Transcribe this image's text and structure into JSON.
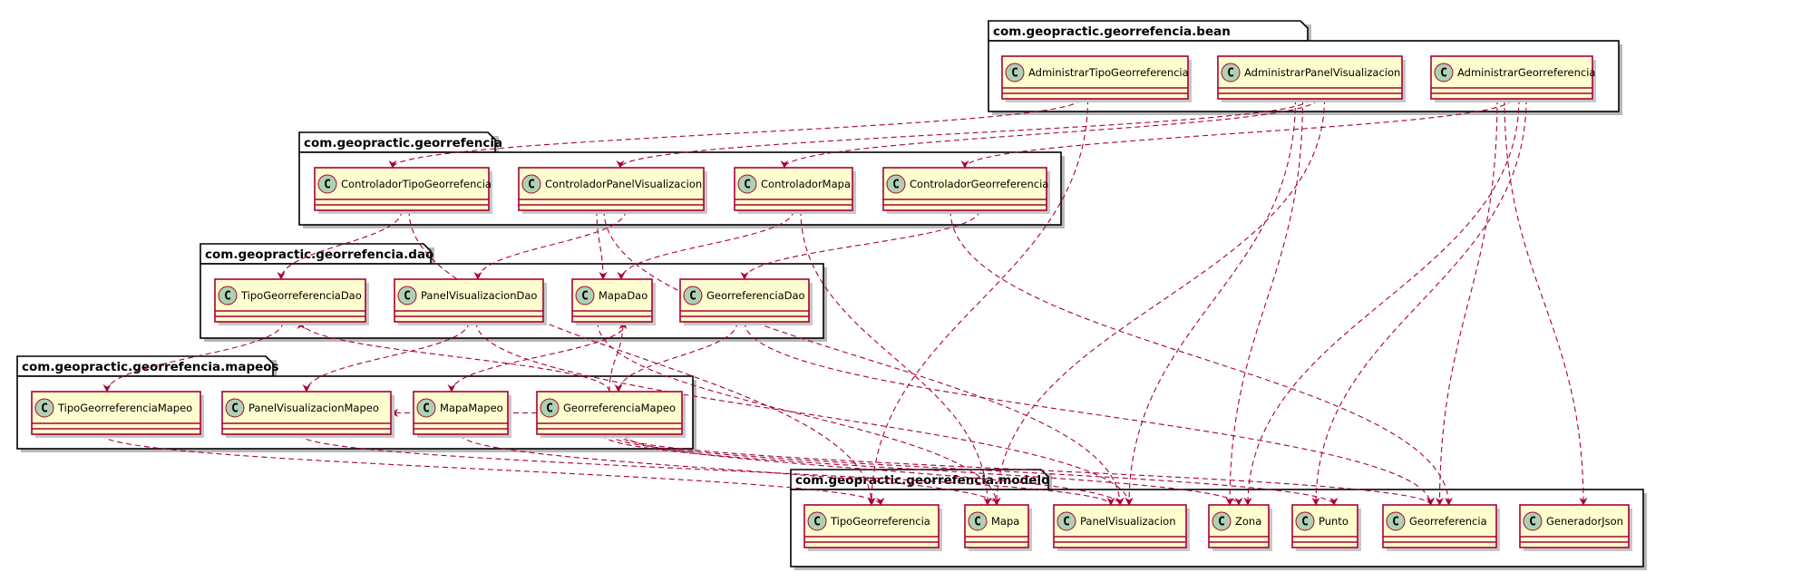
{
  "diagram": {
    "colors": {
      "class_fill": "#fefece",
      "class_border": "#a80036",
      "class_badge": "#add1b2",
      "dependency": "#a80036",
      "package_border": "#000000"
    },
    "class_badge_letter": "C",
    "packages": [
      {
        "id": "bean",
        "label": "com.geopractic.georrefencia.bean",
        "classes": [
          {
            "id": "AdministrarTipoGeorreferencia",
            "label": "AdministrarTipoGeorreferencia"
          },
          {
            "id": "AdministrarPanelVisualizacion",
            "label": "AdministrarPanelVisualizacion"
          },
          {
            "id": "AdministrarGeorreferencia",
            "label": "AdministrarGeorreferencia"
          }
        ]
      },
      {
        "id": "georrefencia",
        "label": "com.geopractic.georrefencia",
        "classes": [
          {
            "id": "ControladorTipoGeorrefencia",
            "label": "ControladorTipoGeorrefencia"
          },
          {
            "id": "ControladorPanelVisualizacion",
            "label": "ControladorPanelVisualizacion"
          },
          {
            "id": "ControladorMapa",
            "label": "ControladorMapa"
          },
          {
            "id": "ControladorGeorreferencia",
            "label": "ControladorGeorreferencia"
          }
        ]
      },
      {
        "id": "dao",
        "label": "com.geopractic.georrefencia.dao",
        "classes": [
          {
            "id": "TipoGeorreferenciaDao",
            "label": "TipoGeorreferenciaDao"
          },
          {
            "id": "PanelVisualizacionDao",
            "label": "PanelVisualizacionDao"
          },
          {
            "id": "MapaDao",
            "label": "MapaDao"
          },
          {
            "id": "GeorreferenciaDao",
            "label": "GeorreferenciaDao"
          }
        ]
      },
      {
        "id": "mapeos",
        "label": "com.geopractic.georrefencia.mapeos",
        "classes": [
          {
            "id": "TipoGeorreferenciaMapeo",
            "label": "TipoGeorreferenciaMapeo"
          },
          {
            "id": "PanelVisualizacionMapeo",
            "label": "PanelVisualizacionMapeo"
          },
          {
            "id": "MapaMapeo",
            "label": "MapaMapeo"
          },
          {
            "id": "GeorreferenciaMapeo",
            "label": "GeorreferenciaMapeo"
          }
        ]
      },
      {
        "id": "modelo",
        "label": "com.geopractic.georrefencia.modelo",
        "classes": [
          {
            "id": "TipoGeorreferencia",
            "label": "TipoGeorreferencia"
          },
          {
            "id": "Mapa",
            "label": "Mapa"
          },
          {
            "id": "PanelVisualizacion",
            "label": "PanelVisualizacion"
          },
          {
            "id": "Zona",
            "label": "Zona"
          },
          {
            "id": "Punto",
            "label": "Punto"
          },
          {
            "id": "Georreferencia",
            "label": "Georreferencia"
          },
          {
            "id": "GeneradorJson",
            "label": "GeneradorJson"
          }
        ]
      }
    ],
    "dependencies": [
      {
        "from": "AdministrarTipoGeorreferencia",
        "to": "ControladorTipoGeorrefencia"
      },
      {
        "from": "AdministrarTipoGeorreferencia",
        "to": "TipoGeorreferencia"
      },
      {
        "from": "AdministrarPanelVisualizacion",
        "to": "ControladorPanelVisualizacion"
      },
      {
        "from": "AdministrarPanelVisualizacion",
        "to": "ControladorMapa"
      },
      {
        "from": "AdministrarPanelVisualizacion",
        "to": "Mapa"
      },
      {
        "from": "AdministrarPanelVisualizacion",
        "to": "PanelVisualizacion"
      },
      {
        "from": "AdministrarPanelVisualizacion",
        "to": "Zona"
      },
      {
        "from": "AdministrarGeorreferencia",
        "to": "ControladorGeorreferencia"
      },
      {
        "from": "AdministrarGeorreferencia",
        "to": "Zona"
      },
      {
        "from": "AdministrarGeorreferencia",
        "to": "Punto"
      },
      {
        "from": "AdministrarGeorreferencia",
        "to": "Georreferencia"
      },
      {
        "from": "AdministrarGeorreferencia",
        "to": "GeneradorJson"
      },
      {
        "from": "ControladorTipoGeorrefencia",
        "to": "TipoGeorreferenciaDao"
      },
      {
        "from": "ControladorTipoGeorrefencia",
        "to": "TipoGeorreferencia"
      },
      {
        "from": "ControladorPanelVisualizacion",
        "to": "PanelVisualizacionDao"
      },
      {
        "from": "ControladorPanelVisualizacion",
        "to": "MapaDao"
      },
      {
        "from": "ControladorPanelVisualizacion",
        "to": "PanelVisualizacion"
      },
      {
        "from": "ControladorMapa",
        "to": "MapaDao"
      },
      {
        "from": "ControladorMapa",
        "to": "Mapa"
      },
      {
        "from": "ControladorGeorreferencia",
        "to": "GeorreferenciaDao"
      },
      {
        "from": "ControladorGeorreferencia",
        "to": "Georreferencia"
      },
      {
        "from": "TipoGeorreferenciaDao",
        "to": "TipoGeorreferenciaMapeo"
      },
      {
        "from": "PanelVisualizacionDao",
        "to": "PanelVisualizacionMapeo"
      },
      {
        "from": "PanelVisualizacionDao",
        "to": "PanelVisualizacion"
      },
      {
        "from": "MapaDao",
        "to": "MapaMapeo"
      },
      {
        "from": "MapaDao",
        "to": "Mapa"
      },
      {
        "from": "GeorreferenciaDao",
        "to": "GeorreferenciaMapeo"
      },
      {
        "from": "GeorreferenciaDao",
        "to": "Georreferencia"
      },
      {
        "from": "GeorreferenciaMapeo",
        "to": "TipoGeorreferenciaDao"
      },
      {
        "from": "GeorreferenciaMapeo",
        "to": "MapaDao"
      },
      {
        "from": "GeorreferenciaMapeo",
        "to": "PanelVisualizacionMapeo"
      },
      {
        "from": "GeorreferenciaMapeo",
        "to": "Zona"
      },
      {
        "from": "GeorreferenciaMapeo",
        "to": "Punto"
      },
      {
        "from": "GeorreferenciaMapeo",
        "to": "Georreferencia"
      },
      {
        "from": "GeorreferenciaMapeo",
        "to": "PanelVisualizacion"
      },
      {
        "from": "TipoGeorreferenciaMapeo",
        "to": "TipoGeorreferencia"
      },
      {
        "from": "PanelVisualizacionMapeo",
        "to": "PanelVisualizacion"
      },
      {
        "from": "MapaMapeo",
        "to": "Mapa"
      }
    ]
  }
}
